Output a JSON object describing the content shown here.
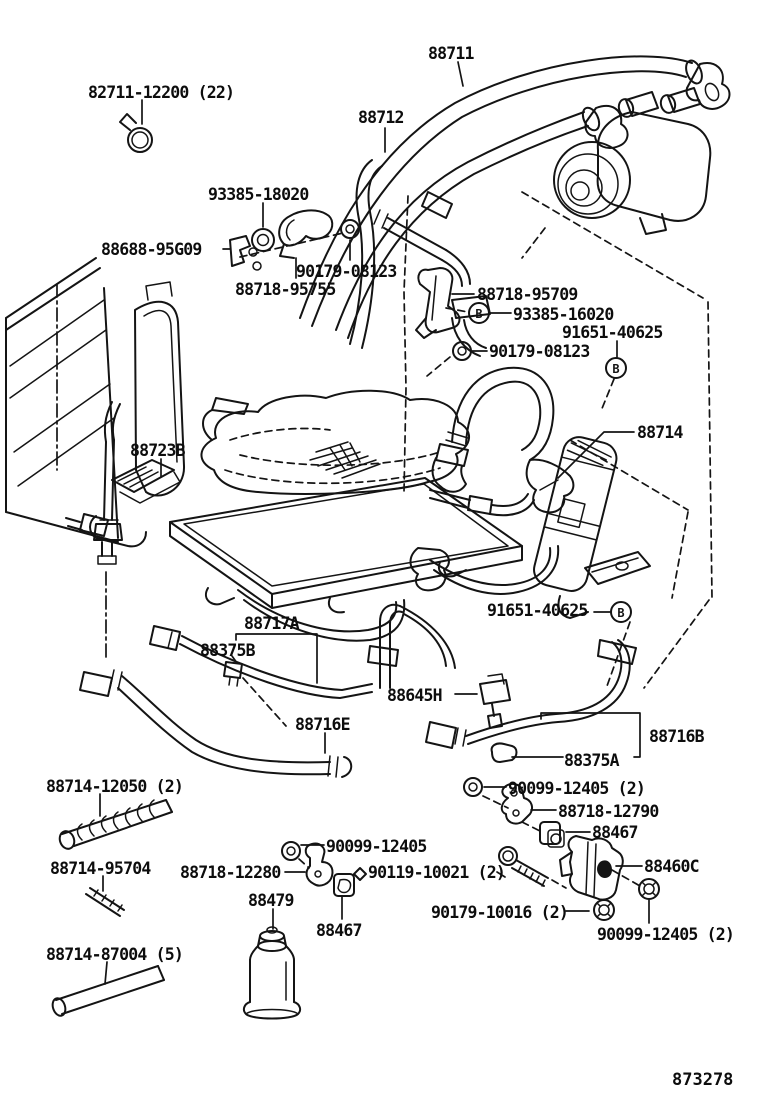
{
  "doc_number": "873278",
  "connector_letter": "B",
  "colors": {
    "line": "#141414",
    "background": "#ffffff"
  },
  "labels": {
    "p82711_12200": "82711-12200 (22)",
    "p88711": "88711",
    "p88712": "88712",
    "p93385_18020": "93385-18020",
    "p88688_95G09": "88688-95G09",
    "p90179_08123_a": "90179-08123",
    "p88718_95755": "88718-95755",
    "p88718_95709": "88718-95709",
    "p93385_16020": "93385-16020",
    "p91651_40625_a": "91651-40625",
    "p90179_08123_b": "90179-08123",
    "p88714": "88714",
    "p88723B": "88723B",
    "p91651_40625_b": "91651-40625",
    "p88717A": "88717A",
    "p88375B": "88375B",
    "p88645H": "88645H",
    "p88716E": "88716E",
    "p88716B": "88716B",
    "p88375A": "88375A",
    "p88714_12050": "88714-12050 (2)",
    "p90099_12405_a": "90099-12405 (2)",
    "p88718_12790": "88718-12790",
    "p88467_a": "88467",
    "p88714_95704": "88714-95704",
    "p88718_12280": "88718-12280",
    "p90099_12405_b": "90099-12405",
    "p90119_10021": "90119-10021 (2)",
    "p88460C": "88460C",
    "p88479": "88479",
    "p90179_10016": "90179-10016 (2)",
    "p88467_b": "88467",
    "p90099_12405_c": "90099-12405 (2)",
    "p88714_87004": "88714-87004 (5)",
    "p873278_note": "873278"
  }
}
